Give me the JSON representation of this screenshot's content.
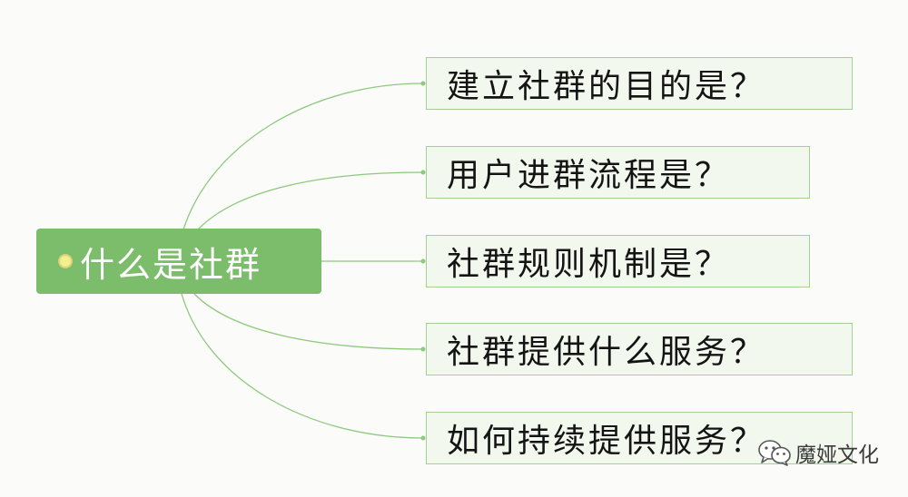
{
  "root": {
    "label": "什么是社群"
  },
  "nodes": [
    {
      "label": "建立社群的目的是？"
    },
    {
      "label": "用户进群流程是？"
    },
    {
      "label": "社群规则机制是？"
    },
    {
      "label": "社群提供什么服务？"
    },
    {
      "label": "如何持续提供服务？"
    }
  ],
  "watermark": {
    "icon": "wechat-icon",
    "text": "魔娅文化"
  },
  "colors": {
    "root_fill": "#7cbd6c",
    "connector": "#8cc97c",
    "node_fill": "#f3f8ee",
    "node_border": "#a6cf98",
    "root_dot": "#f4ee8e"
  }
}
